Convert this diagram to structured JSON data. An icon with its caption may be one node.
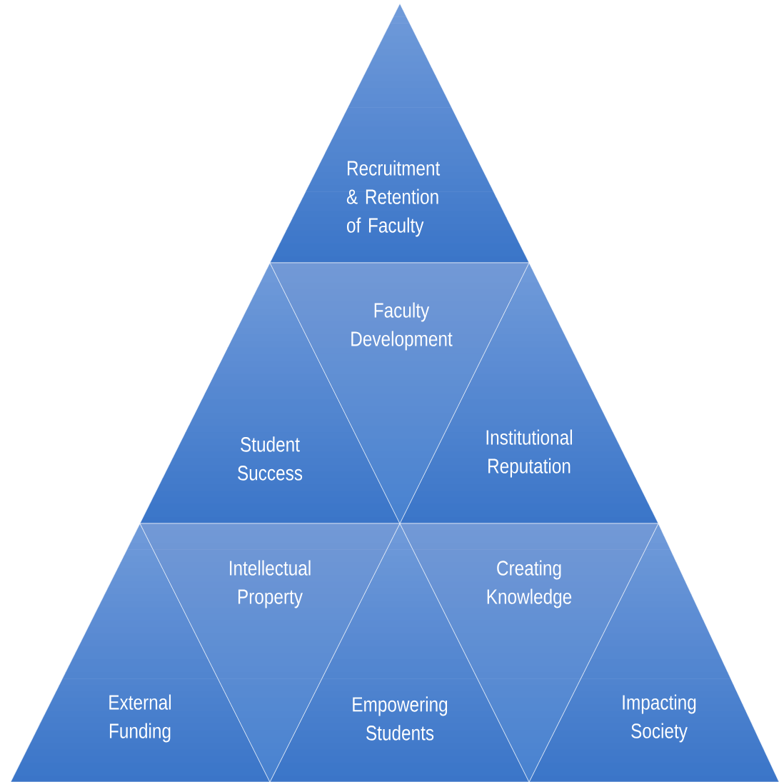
{
  "diagram": {
    "nodes": [
      {
        "text": [
          "Recruitment & Retention of Faculty"
        ]
      },
      {
        "text": [
          "Student Success"
        ]
      },
      {
        "text": [
          "Faculty Development"
        ]
      },
      {
        "text": [
          "Institutional Reputation"
        ]
      },
      {
        "text": [
          "External Funding"
        ]
      },
      {
        "text": [
          "Intellectual Property"
        ]
      },
      {
        "text": [
          "Empowering Students"
        ]
      },
      {
        "text": [
          "Creating Knowledge"
        ]
      },
      {
        "text": [
          "Impacting Society"
        ]
      }
    ]
  }
}
